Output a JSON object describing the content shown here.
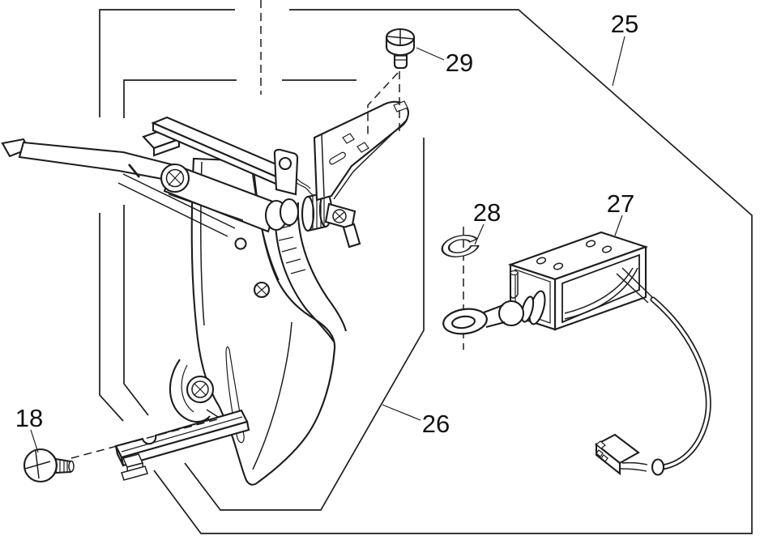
{
  "diagram": {
    "background_color": "#ffffff",
    "line_color": "#1d1d1d",
    "label_color": "#111111",
    "labels": [
      {
        "text": "18"
      },
      {
        "text": "25"
      },
      {
        "text": "26"
      },
      {
        "text": "27"
      },
      {
        "text": "28"
      },
      {
        "text": "29"
      }
    ]
  }
}
